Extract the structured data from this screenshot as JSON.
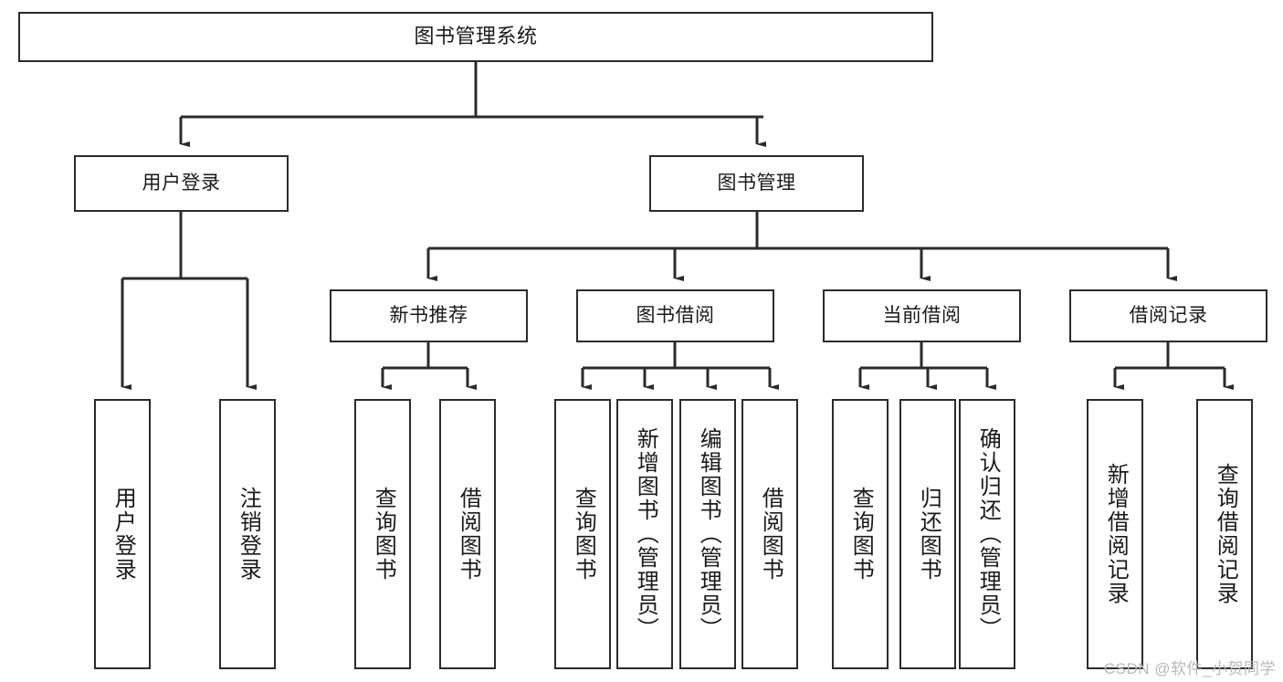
{
  "diagram": {
    "type": "tree",
    "title": "图书管理系统",
    "watermark": "CSDN @软件_小贺同学",
    "root": {
      "id": "root",
      "label": "图书管理系统"
    },
    "level2": [
      {
        "id": "user-login",
        "label": "用户登录"
      },
      {
        "id": "book-manage",
        "label": "图书管理"
      }
    ],
    "level3": [
      {
        "id": "new-book-rec",
        "label": "新书推荐",
        "parent": "book-manage"
      },
      {
        "id": "book-borrow",
        "label": "图书借阅",
        "parent": "book-manage"
      },
      {
        "id": "current-borrow",
        "label": "当前借阅",
        "parent": "book-manage"
      },
      {
        "id": "borrow-record",
        "label": "借阅记录",
        "parent": "book-manage"
      }
    ],
    "leaves": [
      {
        "id": "leaf-user-login",
        "label": "用户登录",
        "parent": "user-login"
      },
      {
        "id": "leaf-user-logout",
        "label": "注销登录",
        "parent": "user-login"
      },
      {
        "id": "leaf-query-book-1",
        "label": "查询图书",
        "parent": "new-book-rec"
      },
      {
        "id": "leaf-borrow-book-1",
        "label": "借阅图书",
        "parent": "new-book-rec"
      },
      {
        "id": "leaf-query-book-2",
        "label": "查询图书",
        "parent": "book-borrow"
      },
      {
        "id": "leaf-add-book",
        "label": "新增图书（管理员）",
        "parent": "book-borrow"
      },
      {
        "id": "leaf-edit-book",
        "label": "编辑图书（管理员）",
        "parent": "book-borrow"
      },
      {
        "id": "leaf-borrow-book-2",
        "label": "借阅图书",
        "parent": "book-borrow"
      },
      {
        "id": "leaf-query-book-3",
        "label": "查询图书",
        "parent": "current-borrow"
      },
      {
        "id": "leaf-return-book",
        "label": "归还图书",
        "parent": "current-borrow"
      },
      {
        "id": "leaf-confirm-return",
        "label": "确认归还（管理员）",
        "parent": "current-borrow"
      },
      {
        "id": "leaf-add-record",
        "label": "新增借阅记录",
        "parent": "borrow-record"
      },
      {
        "id": "leaf-query-record",
        "label": "查询借阅记录",
        "parent": "borrow-record"
      }
    ],
    "colors": {
      "border": "#2b2b2b",
      "fill": "#ffffff",
      "edge": "#2b2b2b",
      "text": "#1a1a1a",
      "watermark": "#b8b8b8"
    }
  }
}
